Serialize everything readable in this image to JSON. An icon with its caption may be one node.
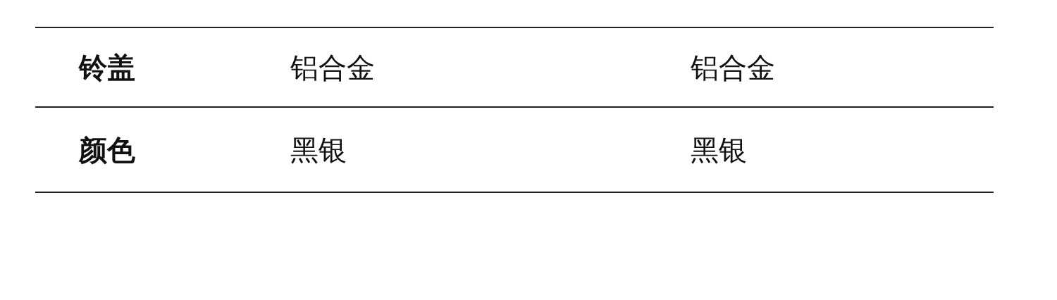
{
  "diagram": {
    "labels": [
      "铃盖",
      "铝合金",
      "铝合金",
      "颜色",
      "黑银",
      "黑银"
    ]
  }
}
